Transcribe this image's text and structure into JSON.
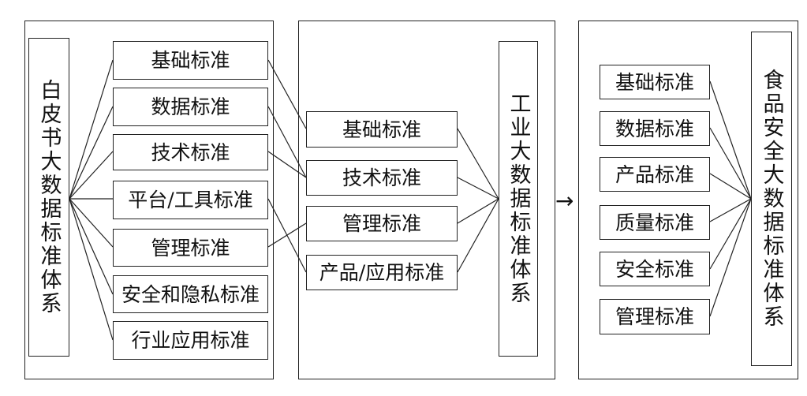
{
  "left_panel": {
    "title": "白皮书大数据标准体系",
    "items": [
      "基础标准",
      "数据标准",
      "技术标准",
      "平台/工具标准",
      "管理标准",
      "安全和隐私标准",
      "行业应用标准"
    ]
  },
  "middle_panel": {
    "title": "工业大数据标准体系",
    "items": [
      "基础标准",
      "技术标准",
      "管理标准",
      "产品/应用标准"
    ]
  },
  "right_panel": {
    "title": "食品安全大数据标准体系",
    "items": [
      "基础标准",
      "数据标准",
      "产品标准",
      "质量标准",
      "安全标准",
      "管理标准"
    ]
  },
  "arrow_glyph": "→",
  "cross_links": [
    {
      "from": "数据标准",
      "to": "基础标准"
    },
    {
      "from": "基础标准",
      "to": "技术标准"
    },
    {
      "from": "技术标准",
      "to": "技术标准"
    },
    {
      "from": "平台/工具标准",
      "to": "产品/应用标准"
    },
    {
      "from": "管理标准",
      "to": "管理标准"
    }
  ]
}
